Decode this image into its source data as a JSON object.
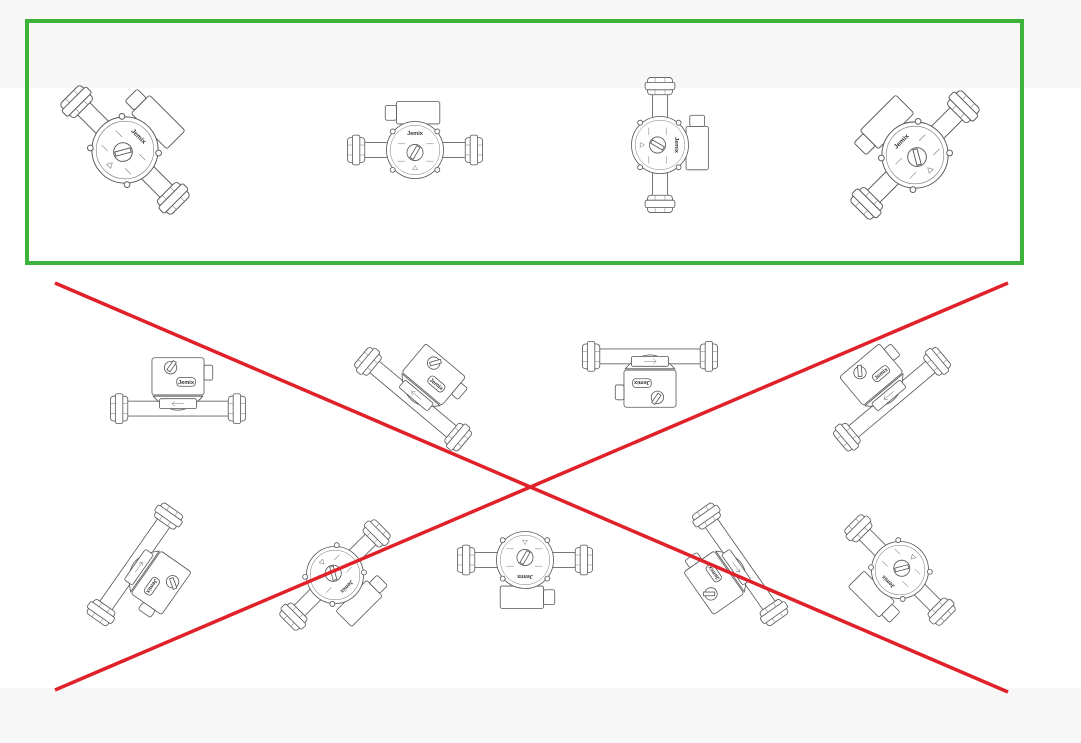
{
  "brand": "Jemix",
  "colors": {
    "correct_frame": "#3cb43c",
    "wrong_cross": "#e0212a"
  },
  "sections": {
    "correct": {
      "label": "correct-mounting-positions",
      "pump_count": 4
    },
    "incorrect": {
      "label": "incorrect-mounting-positions",
      "pump_count": 9
    }
  }
}
